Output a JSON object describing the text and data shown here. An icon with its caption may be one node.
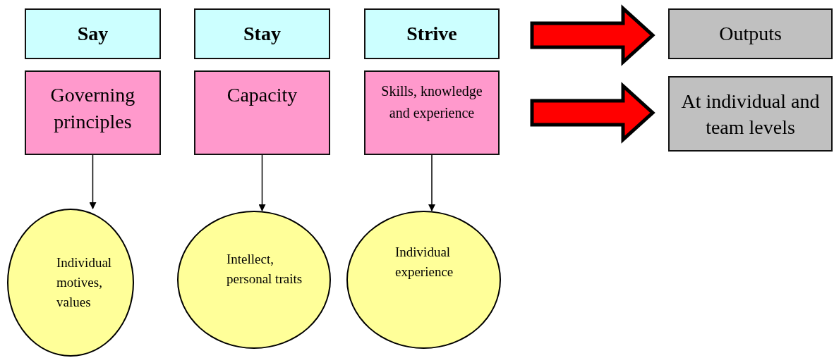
{
  "diagram": {
    "nodes": [
      {
        "text": [
          "Say"
        ]
      },
      {
        "text": [
          "Stay"
        ]
      },
      {
        "text": [
          "Strive"
        ]
      },
      {
        "text": [
          "Outputs"
        ]
      },
      {
        "text": [
          "Governing principles"
        ]
      },
      {
        "text": [
          "Capacity"
        ]
      },
      {
        "text": [
          "Skills, knowledge and experience"
        ]
      },
      {
        "text": [
          "At individual and team levels"
        ]
      },
      {
        "text": [
          "Individual motives, values"
        ]
      },
      {
        "text": [
          "Intellect, personal traits"
        ]
      },
      {
        "text": [
          "Individual experience"
        ]
      }
    ],
    "edges": [
      {
        "from": 2,
        "to": 3,
        "arrow": "to",
        "style": "thick",
        "color": "#ff0000"
      },
      {
        "from": 6,
        "to": 7,
        "arrow": "to",
        "style": "thick",
        "color": "#ff0000"
      },
      {
        "from": 4,
        "to": 8,
        "arrow": "to"
      },
      {
        "from": 5,
        "to": 9,
        "arrow": "to"
      },
      {
        "from": 6,
        "to": 10,
        "arrow": "to"
      }
    ]
  }
}
